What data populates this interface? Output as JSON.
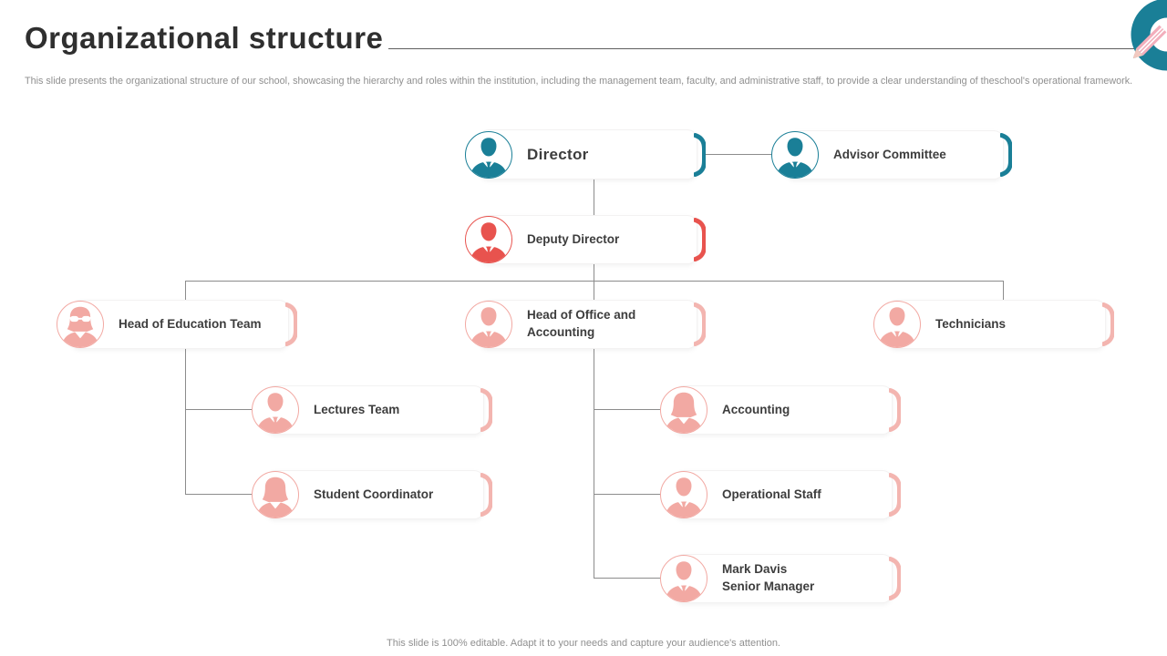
{
  "slide": {
    "title": "Organizational structure",
    "subtitle": "This slide presents the organizational structure of our school, showcasing the hierarchy and roles within the institution, including the management team, faculty, and administrative staff, to provide a clear understanding of theschool's operational framework.",
    "footer": "This slide is 100% editable. Adapt it to your needs and capture your audience's attention."
  },
  "colors": {
    "teal": "#1a7f97",
    "red": "#e8534e",
    "pink": "#f2a9a3",
    "pink_soft": "#f3b5b0",
    "connector": "#8c8c8c",
    "title_text": "#2f2f2f",
    "muted_text": "#8f8f8f"
  },
  "nodes": {
    "director": {
      "label": "Director"
    },
    "advisor_committee": {
      "label": "Advisor Committee"
    },
    "deputy_director": {
      "label": "Deputy Director"
    },
    "head_education_team": {
      "label": "Head of Education Team"
    },
    "head_office_accounting": {
      "label": "Head of Office and Accounting"
    },
    "technicians": {
      "label": "Technicians"
    },
    "lectures_team": {
      "label": "Lectures Team"
    },
    "student_coordinator": {
      "label": "Student Coordinator"
    },
    "accounting": {
      "label": "Accounting"
    },
    "operational_staff": {
      "label": "Operational Staff"
    },
    "senior_manager": {
      "name": "Mark Davis",
      "title": "Senior Manager"
    }
  }
}
